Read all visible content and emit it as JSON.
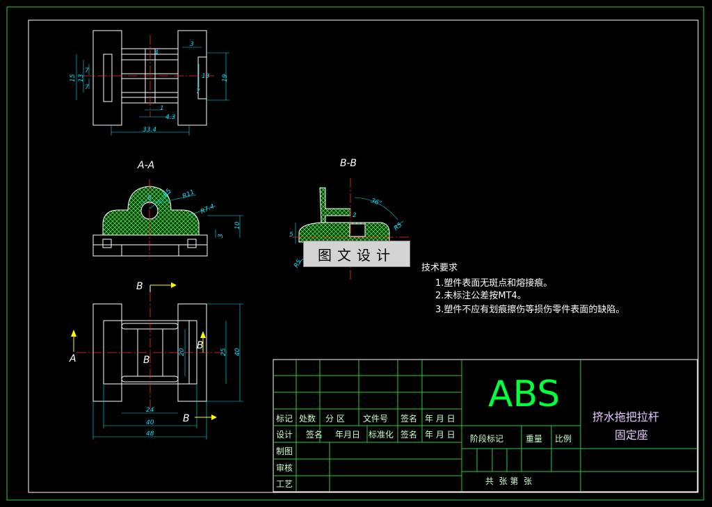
{
  "title_block": {
    "material": "ABS",
    "part_name_line1": "挤水拖把拉杆",
    "part_name_line2": "固定座",
    "row_labels": [
      "标记",
      "处数",
      "分 区",
      "文件号",
      "签名",
      "年 月 日"
    ],
    "row2_labels": [
      "设计",
      "签名",
      "年月日",
      "标准化",
      "签名",
      "年 月 日"
    ],
    "left_labels": [
      "制图",
      "审核",
      "工艺"
    ],
    "stage_label": "阶段标记",
    "weight_label": "重量",
    "scale_label": "比例",
    "sheet_label": "共  张 第  张"
  },
  "notes": {
    "heading": "技术要求",
    "items": [
      "1.塑件表面无斑点和熔接痕。",
      "2.未标注公差按MT4。",
      "3.塑件不应有划痕擦伤等损伤零件表面的缺陷。"
    ]
  },
  "views": {
    "section_aa": "A-A",
    "section_bb": "B-B",
    "marker_a": "A",
    "marker_b": "B"
  },
  "dims": {
    "top": [
      "15",
      "13",
      "7",
      "7",
      "13",
      "19",
      "3",
      "4",
      "1",
      "4.3",
      "33.4",
      "7"
    ],
    "aa": [
      "R5",
      "R11",
      "R7.4",
      "8",
      "10",
      "3"
    ],
    "bb": [
      "36°",
      "2",
      "5",
      "R5",
      "R5"
    ],
    "bottom": [
      "20",
      "25",
      "40",
      "24",
      "40",
      "48"
    ]
  },
  "watermark": "图文设计"
}
